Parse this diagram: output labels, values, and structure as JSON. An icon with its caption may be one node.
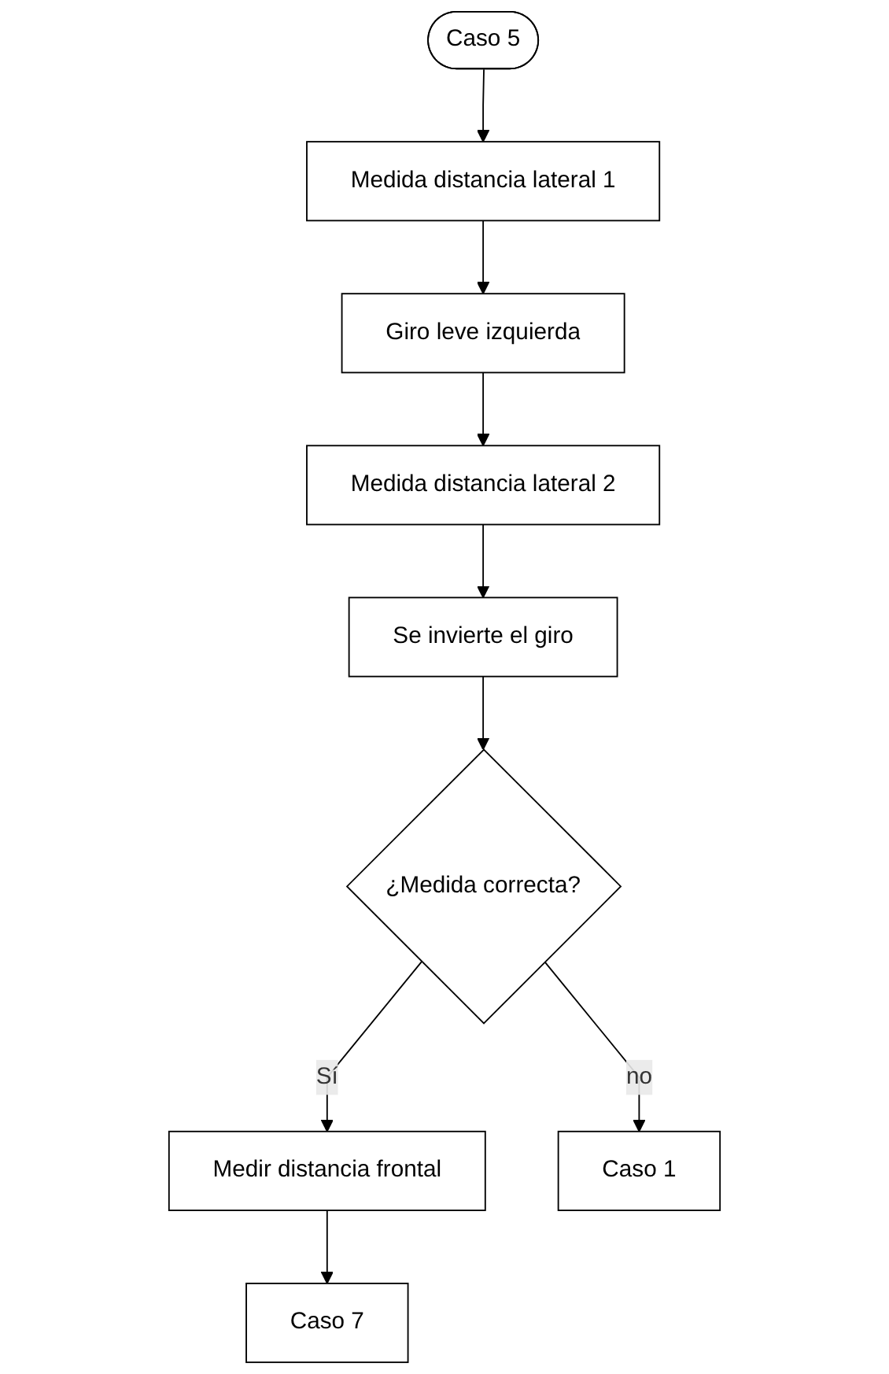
{
  "diagram": {
    "nodes": [
      {
        "text": [
          "Caso 5"
        ]
      },
      {
        "text": [
          "Medida distancia lateral 1"
        ]
      },
      {
        "text": [
          "Giro leve izquierda"
        ]
      },
      {
        "text": [
          "Medida distancia lateral 2"
        ]
      },
      {
        "text": [
          "Se invierte el giro"
        ]
      },
      {
        "text": [
          "¿Medida correcta?"
        ]
      },
      {
        "text": [
          "Medir distancia frontal"
        ]
      },
      {
        "text": [
          "Caso 1"
        ]
      },
      {
        "text": [
          "Caso 7"
        ]
      }
    ],
    "edges": [
      {
        "from": 0,
        "to": 1,
        "arrow": "to"
      },
      {
        "from": 1,
        "to": 2,
        "arrow": "to"
      },
      {
        "from": 2,
        "to": 3,
        "arrow": "to"
      },
      {
        "from": 3,
        "to": 4,
        "arrow": "to"
      },
      {
        "from": 4,
        "to": 5,
        "arrow": "to"
      },
      {
        "from": 5,
        "to": 6,
        "arrow": "to",
        "label": "Sí"
      },
      {
        "from": 5,
        "to": 7,
        "arrow": "to",
        "label": "no"
      },
      {
        "from": 6,
        "to": 8,
        "arrow": "to"
      }
    ]
  }
}
